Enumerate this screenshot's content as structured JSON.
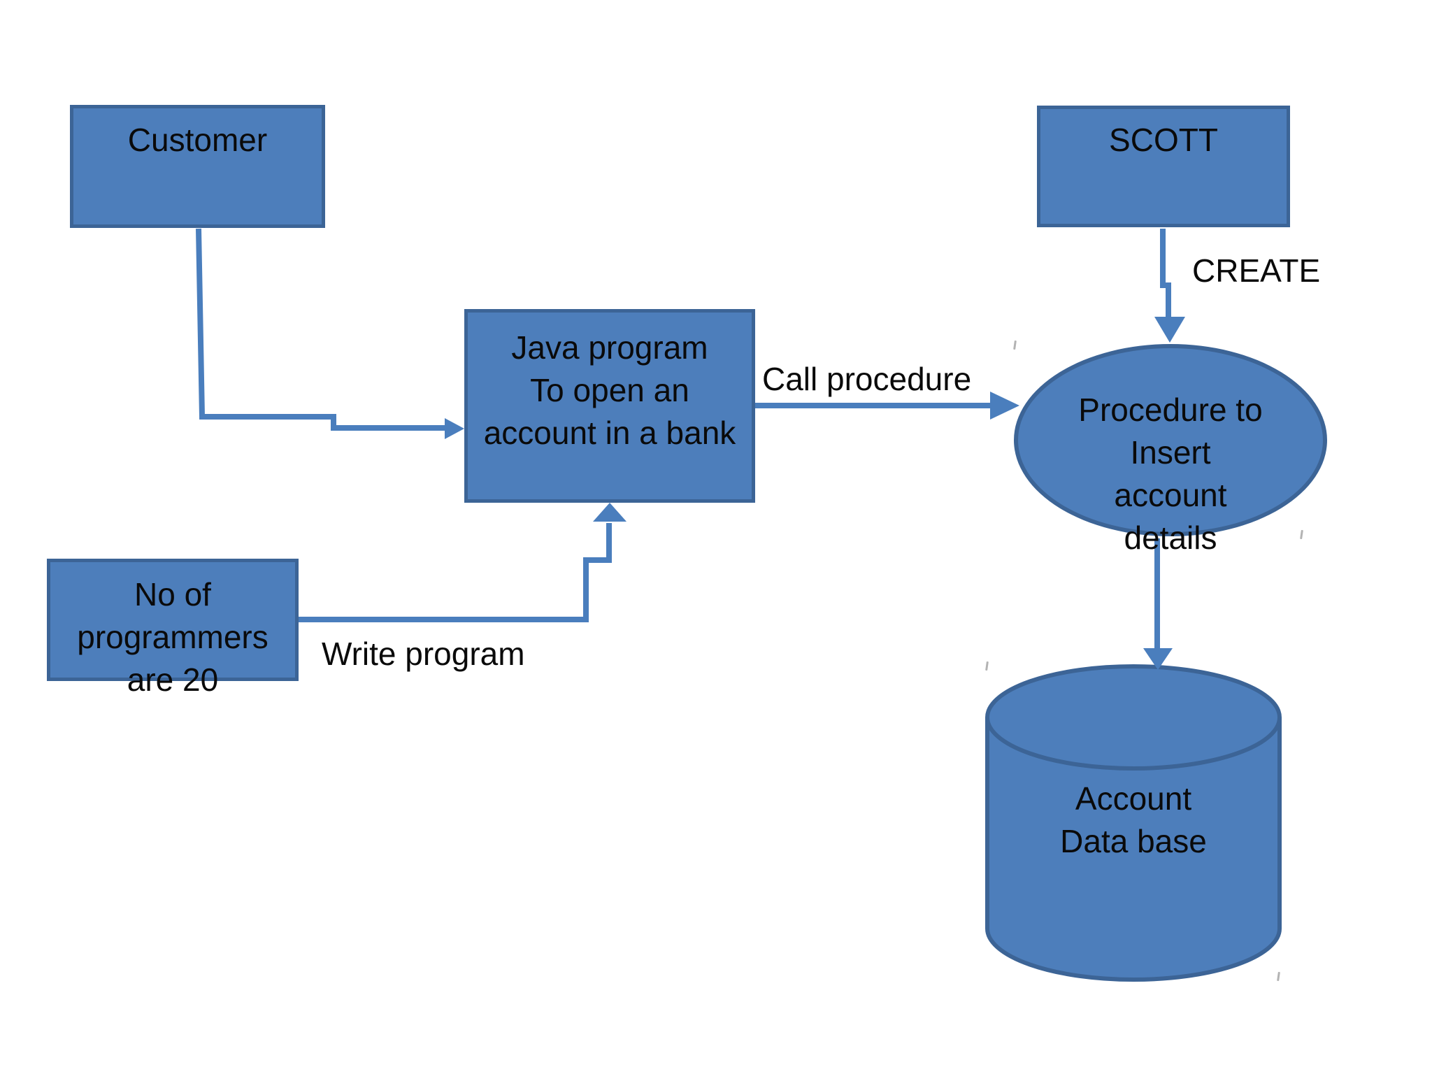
{
  "diagram": {
    "background": "#ffffff",
    "colors": {
      "node_fill": "#4d7ebb",
      "node_border": "#3c6496",
      "arrow": "#4a7ebd",
      "text": "#0a0a0a"
    },
    "nodes": {
      "customer": {
        "shape": "rectangle",
        "label": "Customer"
      },
      "scott": {
        "shape": "rectangle",
        "label": "SCOTT"
      },
      "java_program": {
        "shape": "rectangle",
        "label": "Java program\nTo open an\naccount in a bank"
      },
      "programmers": {
        "shape": "rectangle",
        "label": "No of\nprogrammers\nare 20"
      },
      "procedure": {
        "shape": "ellipse",
        "label": "Procedure to\nInsert\naccount\ndetails"
      },
      "database": {
        "shape": "cylinder",
        "label": "Account\nData base"
      }
    },
    "edges": {
      "customer_to_java": {
        "from": "customer",
        "to": "java_program",
        "label": ""
      },
      "write_program": {
        "from": "programmers",
        "to": "java_program",
        "label": "Write program"
      },
      "call_procedure": {
        "from": "java_program",
        "to": "procedure",
        "label": "Call procedure"
      },
      "create": {
        "from": "scott",
        "to": "procedure",
        "label": "CREATE"
      },
      "procedure_to_db": {
        "from": "procedure",
        "to": "database",
        "label": ""
      }
    }
  }
}
